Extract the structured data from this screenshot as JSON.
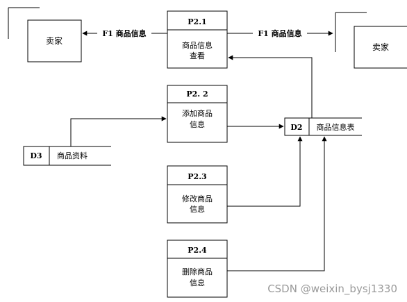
{
  "external_entities": [
    {
      "id": "seller-left",
      "label": "卖家"
    },
    {
      "id": "seller-right",
      "label": "卖家"
    }
  ],
  "processes": [
    {
      "id": "P2.1",
      "name_lines": [
        "商品信息",
        "查看"
      ]
    },
    {
      "id": "P2. 2",
      "name_lines": [
        "添加商品",
        "信息"
      ]
    },
    {
      "id": "P2.3",
      "name_lines": [
        "修改商品",
        "信息"
      ]
    },
    {
      "id": "P2.4",
      "name_lines": [
        "删除商品",
        "信息"
      ]
    }
  ],
  "data_stores": [
    {
      "id": "D2",
      "name": "商品信息表"
    },
    {
      "id": "D3",
      "name": "商品资料"
    }
  ],
  "flows": [
    {
      "label": "F1 商品信息"
    },
    {
      "label": "F1 商品信息"
    }
  ],
  "watermark": "CSDN @weixin_bysj1330"
}
